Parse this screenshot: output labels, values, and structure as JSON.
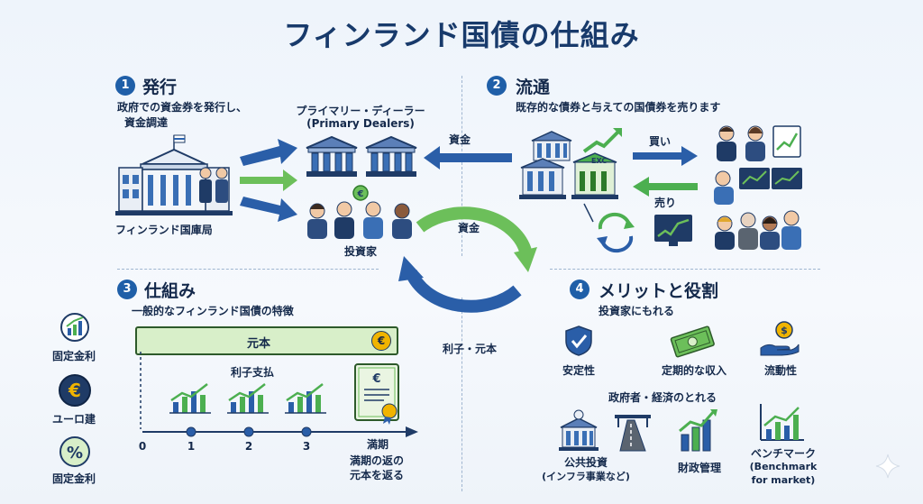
{
  "title": "フィンランド国債の仕組み",
  "sections": {
    "issuance": {
      "number": "1",
      "heading": "発行",
      "description_line1": "政府での資金券を発行し、",
      "description_line2": "資金調達",
      "treasury_label": "フィンランド国庫局",
      "dealers_line1": "プライマリー・ディーラー",
      "dealers_line2": "(Primary Dealers)",
      "investors_label": "投資家"
    },
    "circulation": {
      "number": "2",
      "heading": "流通",
      "description": "既存的な債券と与えての国債券を売ります",
      "funds_label": "資金",
      "buy_label": "買い",
      "sell_label": "売り",
      "exchange_label": "EXC"
    },
    "cycle": {
      "funds_label": "資金",
      "interest_label": "利子・元本"
    },
    "mechanism": {
      "number": "3",
      "heading": "仕組み",
      "description": "一般的なフィンランド国債の特徴",
      "principal_label": "元本",
      "interest_payment_label": "利子支払",
      "timeline": [
        "0",
        "1",
        "2",
        "3"
      ],
      "maturity_label": "満期",
      "maturity_desc_line1": "満期の返の",
      "maturity_desc_line2": "元本を返る",
      "features": [
        "固定金利",
        "ユーロ建",
        "固定金利"
      ]
    },
    "merits": {
      "number": "4",
      "heading": "メリットと役割",
      "investors_heading": "投資家にもれる",
      "investor_benefits": [
        "安定性",
        "定期的な収入",
        "流動性"
      ],
      "government_heading": "政府者・経済のとれる",
      "public_investment": "公共投資",
      "public_investment_note": "(インフラ事業など)",
      "fiscal_management": "財政管理",
      "benchmark": "ベンチマーク",
      "benchmark_en_line1": "(Benchmark",
      "benchmark_en_line2": "for market)"
    }
  },
  "colors": {
    "navy": "#1f4e8c",
    "green": "#4caf50",
    "gold": "#f0b400",
    "light_green": "#d8efc9"
  }
}
